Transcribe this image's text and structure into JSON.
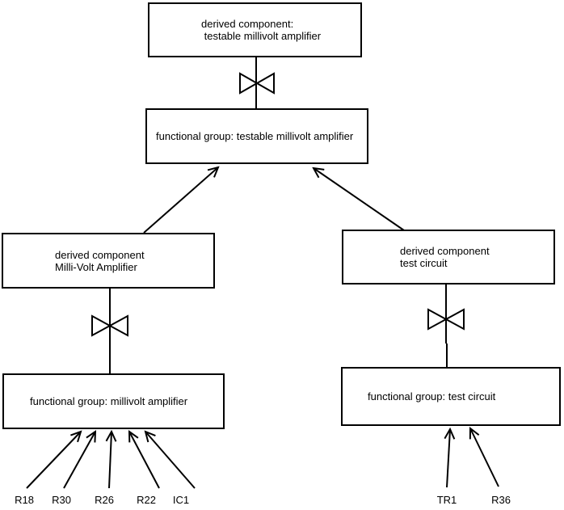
{
  "diagram": {
    "background_color": "#ffffff",
    "line_color": "#000000",
    "nodes": {
      "top_derived": {
        "line1": "derived component:",
        "line2": " testable millivolt amplifier"
      },
      "fg_testable": {
        "label": "functional group: testable millivolt amplifier"
      },
      "derived_mva": {
        "line1": "derived component",
        "line2": "Milli-Volt Amplifier"
      },
      "derived_tc": {
        "line1": "derived component",
        "line2": "test circuit"
      },
      "fg_mva": {
        "label": "functional group: millivolt amplifier"
      },
      "fg_tc": {
        "label": "functional group: test circuit"
      }
    },
    "leaf_labels_left": [
      "R18",
      "R30",
      "R26",
      "R22",
      "IC1"
    ],
    "leaf_labels_right": [
      "TR1",
      "R36"
    ],
    "icons": {
      "bowtie": "bowtie-decomposition-symbol",
      "arrowhead": "open-chevron-arrowhead"
    }
  }
}
